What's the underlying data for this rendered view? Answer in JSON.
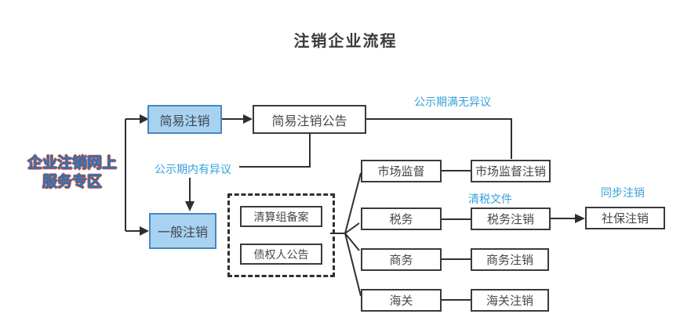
{
  "title": "注销企业流程",
  "left_label": {
    "line1": "企业注销网上",
    "line2": "服务专区"
  },
  "nodes": {
    "simple": "简易注销",
    "simple_announcement": "简易注销公告",
    "general": "一般注销",
    "liquidation_filing": "清算组备案",
    "creditor_announcement": "债权人公告",
    "market_supervision": "市场监督",
    "market_supervision_cancel": "市场监督注销",
    "tax": "税务",
    "tax_cancel": "税务注销",
    "commerce": "商务",
    "commerce_cancel": "商务注销",
    "customs": "海关",
    "customs_cancel": "海关注销",
    "social_security_cancel": "社保注销"
  },
  "edge_labels": {
    "no_objection": "公示期满无异议",
    "objection": "公示期内有异议",
    "tax_clearance": "清税文件",
    "sync_cancel": "同步注销"
  },
  "colors": {
    "highlight_node_fill": "#a7d3f0",
    "highlight_node_border": "#4a86c0",
    "node_border": "#3a3a3a",
    "edge_label_blue": "#35a0db",
    "left_label_blue": "#1678c6",
    "left_label_outline_red": "#d24f3a",
    "connector": "#2f2f2f"
  }
}
